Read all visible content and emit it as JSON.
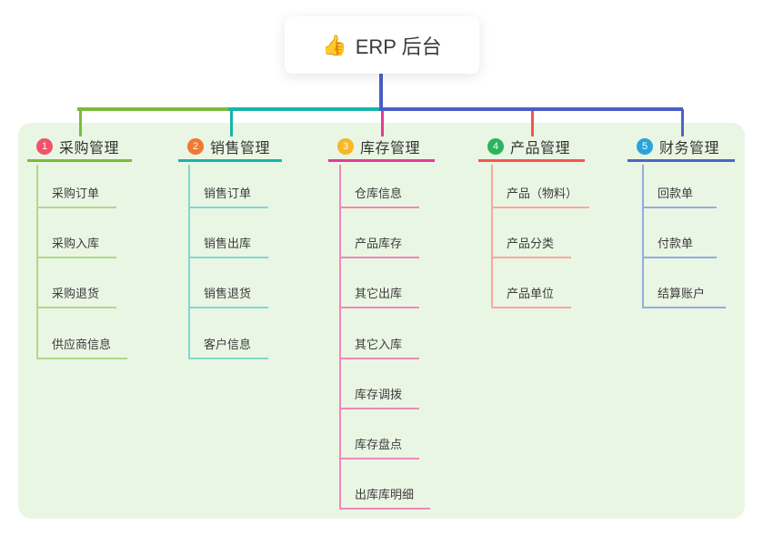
{
  "root": {
    "icon": "👍",
    "label": "ERP 后台"
  },
  "colors": {
    "page_bg": "#FFFFFF",
    "panel_bg": "#EAF6E4",
    "root_card_bg": "#FFFFFF",
    "root_text": "#3B3B3B",
    "root_connector": "#4A5EC4"
  },
  "branches": [
    {
      "label": "采购管理",
      "badge": "1",
      "badge_color": "#F0536B",
      "color": "#7CBB3F",
      "child_line_color": "#AFD98B",
      "children": [
        "采购订单",
        "采购入库",
        "采购退货",
        "供应商信息"
      ]
    },
    {
      "label": "销售管理",
      "badge": "2",
      "badge_color": "#F2792F",
      "color": "#17B3AC",
      "child_line_color": "#7FD8D2",
      "children": [
        "销售订单",
        "销售出库",
        "销售退货",
        "客户信息"
      ]
    },
    {
      "label": "库存管理",
      "badge": "3",
      "badge_color": "#F8B723",
      "color": "#E03D96",
      "child_line_color": "#F287BB",
      "children": [
        "仓库信息",
        "产品库存",
        "其它出库",
        "其它入库",
        "库存调拨",
        "库存盘点",
        "出库库明细"
      ]
    },
    {
      "label": "产品管理",
      "badge": "4",
      "badge_color": "#2CB45D",
      "color": "#F4564C",
      "child_line_color": "#F9A8A2",
      "children": [
        "产品（物料）",
        "产品分类",
        "产品单位"
      ]
    },
    {
      "label": "财务管理",
      "badge": "5",
      "badge_color": "#2BA3DC",
      "color": "#4A66C8",
      "child_line_color": "#96ABE0",
      "children": [
        "回款单",
        "付款单",
        "结算账户"
      ]
    }
  ]
}
